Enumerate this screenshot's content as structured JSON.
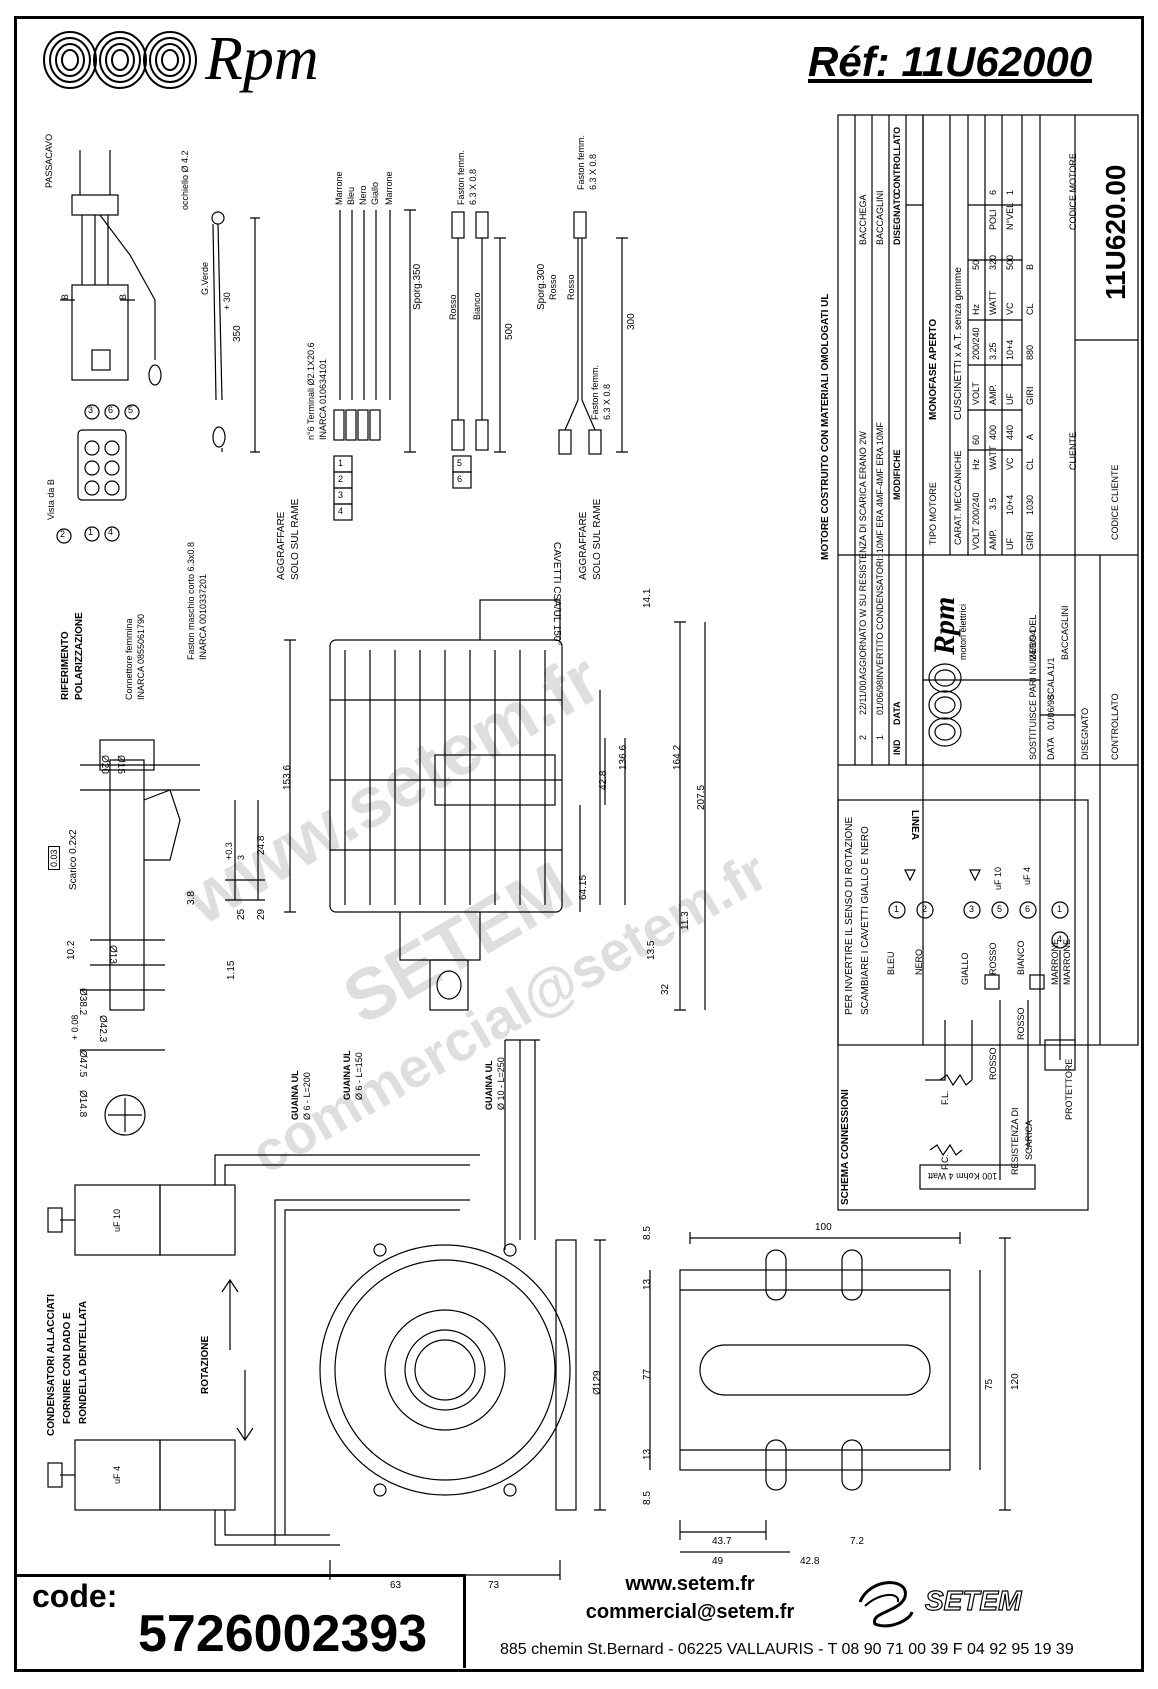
{
  "header": {
    "brand": "Rpm",
    "reference": "Réf: 11U62000"
  },
  "drawing": {
    "passacavo": "PASSACAVO",
    "occhiello": "occhiello Ø 4.2",
    "g_verde": "G.Verde",
    "dim_350": "350",
    "tol_plus30": "+ 30",
    "tol_0": "0",
    "vista_b": "Vista da B",
    "b_label": "B",
    "riferimento": "RIFERIMENTO",
    "polarizzazione": "POLARIZZAZIONE",
    "connettore": "Connettore femmina",
    "connettore_code": "INARCA 0855061790",
    "faston_maschio": "Faston maschio corto 6.3x0.8",
    "faston_maschio_code": "INARCA 0010337201",
    "pins": [
      "1",
      "2",
      "3",
      "4",
      "5",
      "6"
    ],
    "wire_colors_a": [
      "Marrone",
      "Bleu",
      "Nero",
      "Giallo",
      "Marrone"
    ],
    "terminali": "n°6 Terminali Ø2.1X20.6",
    "terminali_code": "INARCA 010634101",
    "aggraffare": "AGGRAFFARE",
    "solo_sul_rame": "SOLO SUL RAME",
    "sporg_350": "Sporg.350",
    "sporg_300": "Sporg.300",
    "faston_femm": "Faston femm.",
    "faston_size": "6.3 X 0.8",
    "rosso": "Rosso",
    "bianco": "Bianco",
    "dim_500": "500",
    "dim_300": "300",
    "group_a": [
      "1",
      "2",
      "3",
      "4"
    ],
    "group_b": [
      "5",
      "6"
    ],
    "cavetti": "CAVETTI CSA/UL 150°",
    "dims_side": [
      "153.6",
      "42.8",
      "136.6",
      "164.2",
      "207.5",
      "64.15",
      "13.5",
      "32",
      "11.3",
      "14.1"
    ],
    "dims_shaft": [
      "Ø20",
      "Ø15",
      "Scarico 0.2x2",
      "24.8",
      "25",
      "29",
      "3.8",
      "10.2",
      "1.15",
      "Ø13",
      "Ø38.2",
      "Ø42.3",
      "Ø47.5",
      "Ø14.8",
      "0.03",
      "+ 0.08",
      "3",
      "+0.3"
    ],
    "guaina_1": "GUAINA UL",
    "guaina_1_spec": "Ø 6 - L=200",
    "guaina_2": "GUAINA UL",
    "guaina_2_spec": "Ø 6 - L=150",
    "guaina_3": "GUAINA UL",
    "guaina_3_spec": "Ø 10 - L=250",
    "uf10": "uF 10",
    "uf4": "uF 4",
    "condensatori_1": "CONDENSATORI ALLACCIATI",
    "condensatori_2": "FORNIRE CON DADO E",
    "condensatori_3": "RONDELLA DENTELLATA",
    "rotazione": "ROTAZIONE",
    "dim_129": "Ø129",
    "dims_front": [
      "63",
      "73"
    ],
    "dims_bracket": [
      "100",
      "8.5",
      "13",
      "77",
      "13",
      "8.5",
      "75",
      "120",
      "43.7",
      "49",
      "42.8",
      "7.2"
    ]
  },
  "schema": {
    "title": "SCHEMA CONNESSIONI",
    "note_1": "PER INVERTIRE IL SENSO DI ROTAZIONE",
    "note_2": "SCAMBIARE I CAVETTI GIALLO E NERO",
    "linea": "LINEA",
    "wires": [
      "BLEU",
      "NERO",
      "GIALLO",
      "ROSSO",
      "BIANCO",
      "MARRONE",
      "MARRONE",
      "ROSSO",
      "ROSSO"
    ],
    "nums": [
      "1",
      "2",
      "3",
      "5",
      "6",
      "1",
      "4"
    ],
    "fl": "F.L.",
    "fc": "F.C.",
    "uf10": "uF 10",
    "uf4": "uF 4",
    "resistenza": "RESISTENZA DI",
    "scarica": "SCARICA",
    "protettore": "PROTETTORE",
    "resistor_value": "100 Kohm 4 Watt"
  },
  "title_block": {
    "banner": "MOTORE COSTRUITO CON MATERIALI OMOLOGATI UL",
    "revisions": [
      {
        "ind": "2",
        "data": "22/11/00",
        "modifiche": "AGGIORNATO W SU RESISTENZA DI SCARICA ERANO 2W",
        "dis": "BACCHEGA"
      },
      {
        "ind": "1",
        "data": "01/06/98",
        "modifiche": "INVERTITO CONDENSATORI: 10MF ERA 4MF-4MF ERA 10MF",
        "dis": "BACCAGLINI"
      }
    ],
    "col_ind": "IND",
    "col_data": "DATA",
    "col_modifiche": "MODIFICHE",
    "col_disegnato": "DISEGNATO",
    "col_controllato": "CONTROLLATO",
    "rpm_logo_text": "Rpm",
    "rpm_sub": "motori elettrici",
    "tipo_motore_label": "TIPO MOTORE",
    "tipo_motore": "MONOFASE APERTO",
    "carat_label": "CARAT. MECCANICHE",
    "carat": "CUSCINETTI x A.T. senza gomme",
    "specs_row1": [
      "VOLT",
      "200/240",
      "Hz",
      "60",
      "VOLT",
      "200/240",
      "Hz",
      "50"
    ],
    "specs_row2": [
      "AMP.",
      "3.5",
      "WATT",
      "400",
      "AMP.",
      "3.25",
      "WATT",
      "320",
      "POLI",
      "6"
    ],
    "specs_row3": [
      "UF",
      "10+4",
      "VC",
      "440",
      "UF",
      "10+4",
      "VC",
      "500",
      "N°VEL",
      "1"
    ],
    "specs_row4": [
      "GIRI",
      "1030",
      "CL",
      "A",
      "GIRI",
      "880",
      "CL",
      "B"
    ],
    "sostituisce": "SOSTITUISCE PARI NUMERO DEL",
    "sostituisce_data": "24/1/94",
    "data_label": "DATA",
    "data_value": "01/06/98",
    "scala_label": "SCALA",
    "scala_value": "1/1",
    "disegnato_label": "DISEGNATO",
    "disegnato_value": "BACCAGLINI",
    "controllato_label": "CONTROLLATO",
    "cliente_label": "CLIENTE",
    "codice_cliente_label": "CODICE CLIENTE",
    "codice_motore_label": "CODICE MOTORE",
    "codice_motore": "11U620.00"
  },
  "footer": {
    "code_label": "code:",
    "code_value": "5726002393",
    "website": "www.setem.fr",
    "email": "commercial@setem.fr",
    "address": "885 chemin St.Bernard  -  06225 VALLAURIS  -   T 08 90 71 00 39   F 04 92 95 19 39",
    "setem_logo": "SETEM"
  },
  "watermark": {
    "line1": "www.setem.fr",
    "line2": "SETEM",
    "line3": "commercial@setem.fr"
  }
}
